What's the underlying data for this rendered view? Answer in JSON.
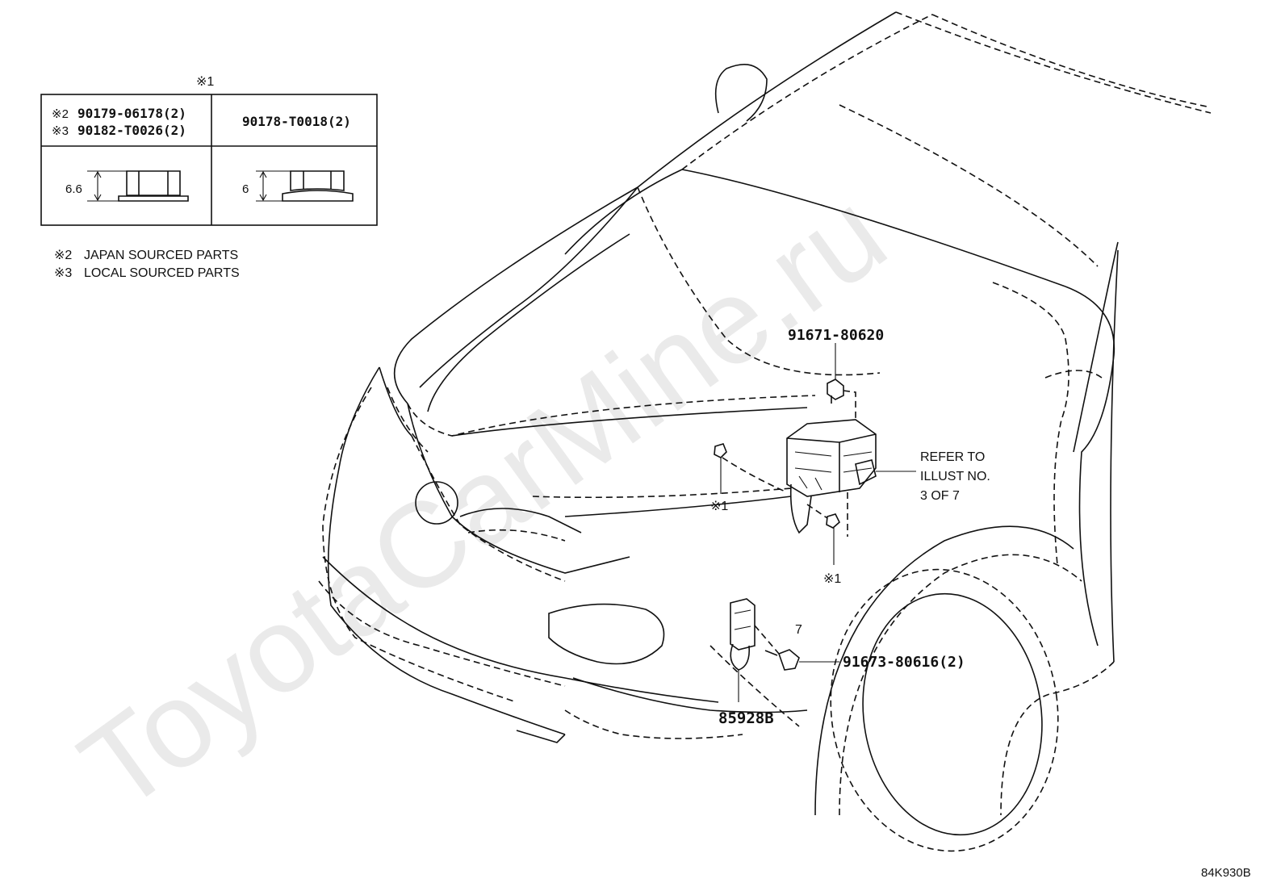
{
  "watermark": "ToyotaCarMine.ru",
  "legend_table": {
    "ref_mark": "※1",
    "cell_a_line1_mark": "※2",
    "cell_a_line1_part": "90179-06178(2)",
    "cell_a_line2_mark": "※3",
    "cell_a_line2_part": "90182-T0026(2)",
    "cell_b_part": "90178-T0018(2)",
    "nut_a_height": "6.6",
    "nut_b_height": "6"
  },
  "notes": [
    {
      "mark": "※2",
      "text": "JAPAN SOURCED PARTS"
    },
    {
      "mark": "※3",
      "text": "LOCAL SOURCED PARTS"
    }
  ],
  "callouts": {
    "bolt_top": "91671-80620",
    "refer_line1": "REFER TO",
    "refer_line2": "ILLUST NO.",
    "refer_line3": "3 OF 7",
    "nut_left_mark": "※1",
    "nut_right_mark": "※1",
    "bolt_bottom": "91673-80616(2)",
    "sensor_part": "85928B",
    "small_mark": "7"
  },
  "figure_code": "84K930B"
}
